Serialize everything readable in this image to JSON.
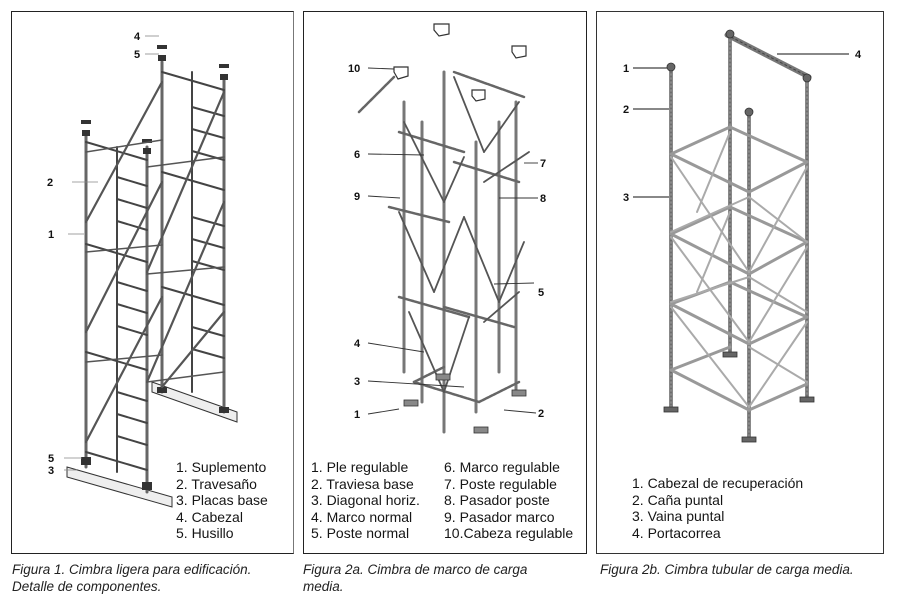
{
  "figures": [
    {
      "id": "figura-1",
      "callouts": [
        "4",
        "5",
        "2",
        "1",
        "5",
        "3"
      ],
      "legend": [
        "1. Suplemento",
        "2. Travesaño",
        "3. Placas base",
        "4. Cabezal",
        "5. Husillo"
      ],
      "caption_line1": "Figura 1. Cimbra ligera para edificación.",
      "caption_line2": "Detalle de componentes."
    },
    {
      "id": "figura-2a",
      "callouts": [
        "10",
        "6",
        "9",
        "7",
        "8",
        "5",
        "4",
        "3",
        "1",
        "2"
      ],
      "legend_left": [
        "1. Ple regulable",
        "2. Traviesa base",
        "3. Diagonal horiz.",
        "4. Marco normal",
        "5. Poste normal"
      ],
      "legend_right": [
        "6. Marco regulable",
        "7. Poste regulable",
        "8. Pasador poste",
        "9. Pasador marco",
        "10.Cabeza regulable"
      ],
      "caption_line1": "Figura 2a. Cimbra de marco de carga",
      "caption_line2": "media."
    },
    {
      "id": "figura-2b",
      "callouts": [
        "1",
        "2",
        "3",
        "4"
      ],
      "legend": [
        "1. Cabezal de recuperación",
        "2. Caña puntal",
        "3. Vaina puntal",
        "4. Portacorrea"
      ],
      "caption_line1": "Figura 2b. Cimbra tubular de carga media."
    }
  ]
}
